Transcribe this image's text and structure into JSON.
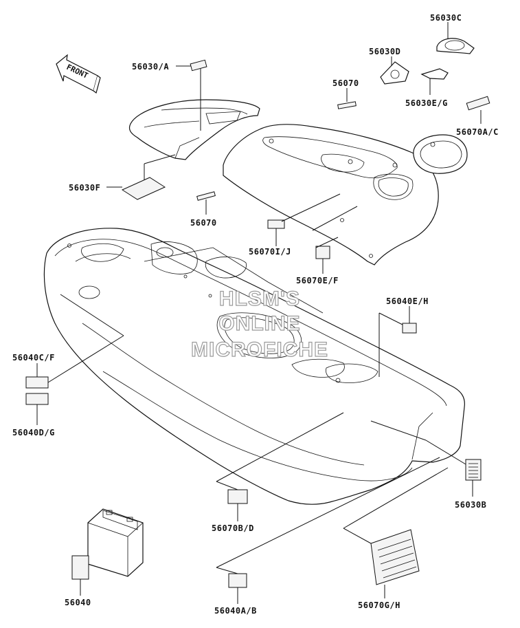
{
  "direction_marker": {
    "text": "FRONT"
  },
  "watermark": [
    "HLSM'S",
    "ONLINE",
    "MICROFICHE"
  ],
  "callouts": {
    "p56030C": "56030C",
    "p56030D": "56030D",
    "p56030A": "56030/A",
    "p56070_top": "56070",
    "p56030EG": "56030E/G",
    "p56070AC": "56070A/C",
    "p56030F": "56030F",
    "p56070_mid": "56070",
    "p56070IJ": "56070I/J",
    "p56070EF": "56070E/F",
    "p56040EH": "56040E/H",
    "p56040CF": "56040C/F",
    "p56040DG": "56040D/G",
    "p56030B": "56030B",
    "p56070BD": "56070B/D",
    "p56040": "56040",
    "p56040AB": "56040A/B",
    "p56070GH": "56070G/H"
  }
}
